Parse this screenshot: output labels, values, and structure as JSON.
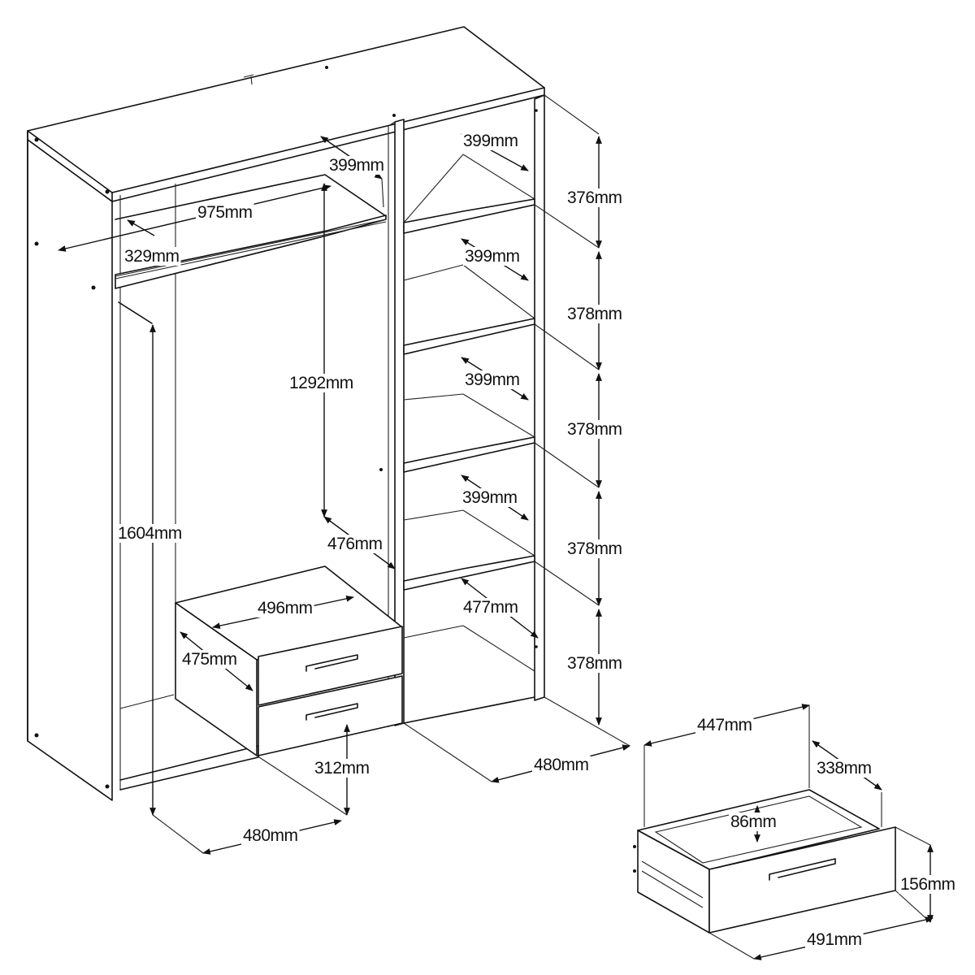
{
  "diagram": {
    "labels": {
      "top_shelf_depth": "399mm",
      "hanging_width": "975mm",
      "top_shelf_height": "329mm",
      "rail_height": "1292mm",
      "hanging_height": "1604mm",
      "upper_gap": "476mm",
      "drawer_unit_width": "496mm",
      "drawer_unit_depth": "475mm",
      "drawer_unit_height": "312mm",
      "left_depth": "480mm",
      "shelf1_depth": "399mm",
      "shelf2_depth": "399mm",
      "shelf3_depth": "399mm",
      "shelf4_depth": "399mm",
      "bottom_shelf_depth": "477mm",
      "shelf_gap1": "376mm",
      "shelf_gap2": "378mm",
      "shelf_gap3": "378mm",
      "shelf_gap4": "378mm",
      "shelf_gap5": "378mm",
      "right_depth": "480mm",
      "drawer_inner_width": "447mm",
      "drawer_inner_depth": "338mm",
      "drawer_inner_height": "86mm",
      "drawer_front_height": "156mm",
      "drawer_front_width": "491mm"
    }
  }
}
